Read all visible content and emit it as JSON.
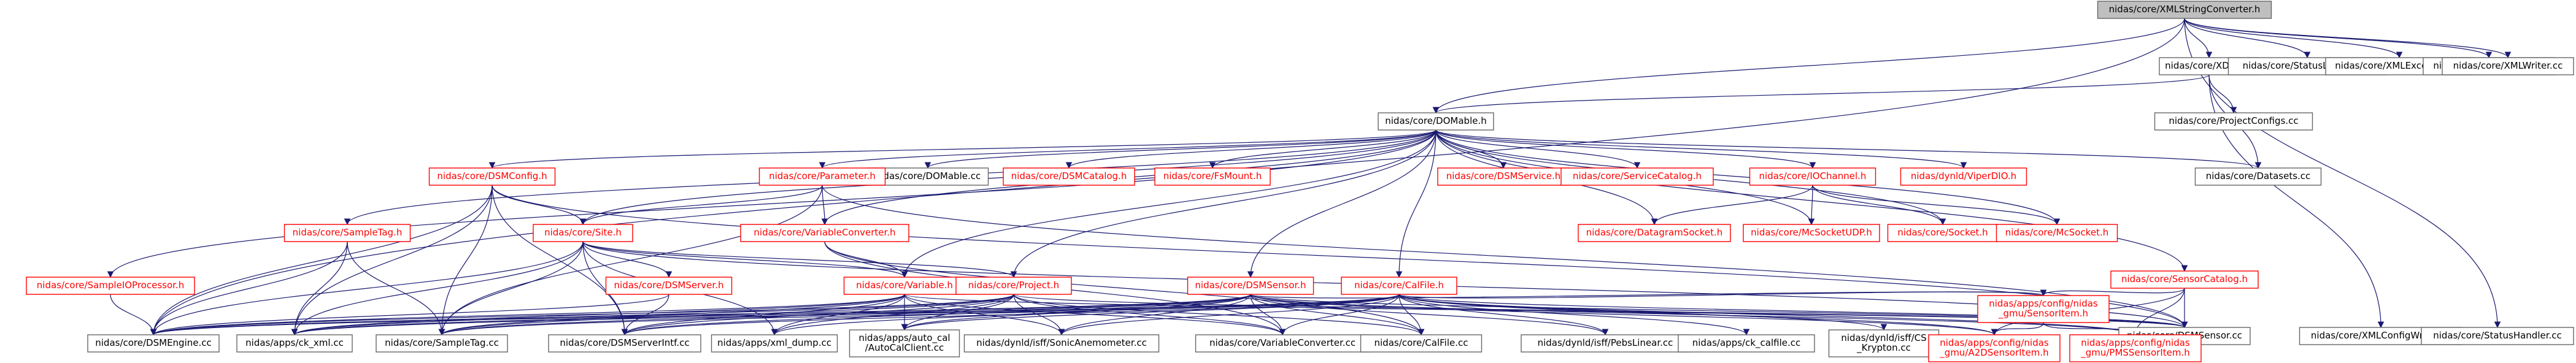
{
  "colors": {
    "edge": "#191970",
    "box_border_documented": "#666666",
    "box_border_undocumented": "#ff0000",
    "root_fill": "#bfbfbf",
    "label_documented": "#000000",
    "label_undocumented": "#ff0000"
  },
  "nodes": [
    {
      "id": "xmlstring",
      "label": "nidas/core/XMLStringConverter.h",
      "style": "root"
    },
    {
      "id": "xdom",
      "label": "nidas/core/XDOM.h",
      "style": "doc"
    },
    {
      "id": "statuslistener",
      "label": "nidas/core/StatusListener.cc",
      "style": "doc"
    },
    {
      "id": "xmlexception",
      "label": "nidas/core/XMLException.cc",
      "style": "doc"
    },
    {
      "id": "xmlparser",
      "label": "nidas/core/XMLParser.cc",
      "style": "doc"
    },
    {
      "id": "xmlwriter",
      "label": "nidas/core/XMLWriter.cc",
      "style": "doc"
    },
    {
      "id": "domable",
      "label": "nidas/core/DOMable.h",
      "style": "doc"
    },
    {
      "id": "projectconfigs",
      "label": "nidas/core/ProjectConfigs.cc",
      "style": "doc"
    },
    {
      "id": "dsmconfig",
      "label": "nidas/core/DSMConfig.h",
      "style": "red"
    },
    {
      "id": "domablecc",
      "label": "nidas/core/DOMable.cc",
      "style": "doc"
    },
    {
      "id": "dsmcatalog",
      "label": "nidas/core/DSMCatalog.h",
      "style": "red"
    },
    {
      "id": "fsmount",
      "label": "nidas/core/FsMount.h",
      "style": "red"
    },
    {
      "id": "dsmservice",
      "label": "nidas/core/DSMService.h",
      "style": "red"
    },
    {
      "id": "servicecatalog",
      "label": "nidas/core/ServiceCatalog.h",
      "style": "red"
    },
    {
      "id": "iochannel",
      "label": "nidas/core/IOChannel.h",
      "style": "red"
    },
    {
      "id": "viperdio",
      "label": "nidas/dynld/ViperDIO.h",
      "style": "red"
    },
    {
      "id": "datasets",
      "label": "nidas/core/Datasets.cc",
      "style": "doc"
    },
    {
      "id": "parameter",
      "label": "nidas/core/Parameter.h",
      "style": "red"
    },
    {
      "id": "sampletag",
      "label": "nidas/core/SampleTag.h",
      "style": "red"
    },
    {
      "id": "site",
      "label": "nidas/core/Site.h",
      "style": "red"
    },
    {
      "id": "variableconverter",
      "label": "nidas/core/VariableConverter.h",
      "style": "red"
    },
    {
      "id": "datagramsocket",
      "label": "nidas/core/DatagramSocket.h",
      "style": "red"
    },
    {
      "id": "mcsocketudp",
      "label": "nidas/core/McSocketUDP.h",
      "style": "red"
    },
    {
      "id": "sockethdr",
      "label": "nidas/core/Socket.h",
      "style": "red"
    },
    {
      "id": "mcsocket",
      "label": "nidas/core/McSocket.h",
      "style": "red"
    },
    {
      "id": "sampleioprocessor",
      "label": "nidas/core/SampleIOProcessor.h",
      "style": "red"
    },
    {
      "id": "dsmserver",
      "label": "nidas/core/DSMServer.h",
      "style": "red"
    },
    {
      "id": "variable",
      "label": "nidas/core/Variable.h",
      "style": "red"
    },
    {
      "id": "project",
      "label": "nidas/core/Project.h",
      "style": "red"
    },
    {
      "id": "dsmsensor",
      "label": "nidas/core/DSMSensor.h",
      "style": "red"
    },
    {
      "id": "calfile",
      "label": "nidas/core/CalFile.h",
      "style": "red"
    },
    {
      "id": "sensorcatalog",
      "label": "nidas/core/SensorCatalog.h",
      "style": "red"
    },
    {
      "id": "dsmengine",
      "label": "nidas/core/DSMEngine.cc",
      "style": "doc"
    },
    {
      "id": "ckxml",
      "label": "nidas/apps/ck_xml.cc",
      "style": "doc"
    },
    {
      "id": "sampletagcc",
      "label": "nidas/core/SampleTag.cc",
      "style": "doc"
    },
    {
      "id": "dsmserverintf",
      "label": "nidas/core/DSMServerIntf.cc",
      "style": "doc"
    },
    {
      "id": "xmldump",
      "label": "nidas/apps/xml_dump.cc",
      "style": "doc"
    },
    {
      "id": "autocal",
      "label": [
        "nidas/apps/auto_cal",
        "/AutoCalClient.cc"
      ],
      "style": "doc"
    },
    {
      "id": "sonicanemometer",
      "label": "nidas/dynld/isff/SonicAnemometer.cc",
      "style": "doc"
    },
    {
      "id": "variableconvertercc",
      "label": "nidas/core/VariableConverter.cc",
      "style": "doc"
    },
    {
      "id": "calfilecc",
      "label": "nidas/core/CalFile.cc",
      "style": "doc"
    },
    {
      "id": "pebslinear",
      "label": "nidas/dynld/isff/PebsLinear.cc",
      "style": "doc"
    },
    {
      "id": "ckcalfile",
      "label": "nidas/apps/ck_calfile.cc",
      "style": "doc"
    },
    {
      "id": "cs_krypton",
      "label": [
        "nidas/dynld/isff/CS",
        "_Krypton.cc"
      ],
      "style": "doc"
    },
    {
      "id": "sensoritem",
      "label": [
        "nidas/apps/config/nidas",
        "_gmu/SensorItem.h"
      ],
      "style": "red"
    },
    {
      "id": "dsmsensorcc",
      "label": "nidas/core/DSMSensor.cc",
      "style": "doc"
    },
    {
      "id": "xmlconfigwriter",
      "label": "nidas/core/XMLConfigWriter.cc",
      "style": "doc"
    },
    {
      "id": "statushandler",
      "label": "nidas/core/StatusHandler.cc",
      "style": "doc"
    },
    {
      "id": "a2dsensoritem",
      "label": [
        "nidas/apps/config/nidas",
        "_gmu/A2DSensorItem.h"
      ],
      "style": "red"
    },
    {
      "id": "pmssensoritem",
      "label": [
        "nidas/apps/config/nidas",
        "_gmu/PMSSensorItem.h"
      ],
      "style": "red"
    }
  ],
  "edges": [
    [
      "xmlstring",
      "xdom"
    ],
    [
      "xmlstring",
      "statuslistener"
    ],
    [
      "xmlstring",
      "xmlexception"
    ],
    [
      "xmlstring",
      "xmlparser"
    ],
    [
      "xmlstring",
      "xmlwriter"
    ],
    [
      "xmlstring",
      "domable"
    ],
    [
      "xmlstring",
      "dsmengine"
    ],
    [
      "xmlstring",
      "statushandler"
    ],
    [
      "xdom",
      "domable"
    ],
    [
      "xdom",
      "projectconfigs"
    ],
    [
      "xdom",
      "datasets"
    ],
    [
      "xdom",
      "xmlconfigwriter"
    ],
    [
      "domable",
      "dsmconfig"
    ],
    [
      "domable",
      "domablecc"
    ],
    [
      "domable",
      "dsmcatalog"
    ],
    [
      "domable",
      "fsmount"
    ],
    [
      "domable",
      "dsmservice"
    ],
    [
      "domable",
      "servicecatalog"
    ],
    [
      "domable",
      "iochannel"
    ],
    [
      "domable",
      "viperdio"
    ],
    [
      "domable",
      "datasets"
    ],
    [
      "domable",
      "parameter"
    ],
    [
      "domable",
      "sampletag"
    ],
    [
      "domable",
      "site"
    ],
    [
      "domable",
      "variableconverter"
    ],
    [
      "domable",
      "datagramsocket"
    ],
    [
      "domable",
      "mcsocketudp"
    ],
    [
      "domable",
      "sockethdr"
    ],
    [
      "domable",
      "mcsocket"
    ],
    [
      "domable",
      "sampleioprocessor"
    ],
    [
      "domable",
      "variable"
    ],
    [
      "domable",
      "project"
    ],
    [
      "domable",
      "dsmsensor"
    ],
    [
      "domable",
      "calfile"
    ],
    [
      "domable",
      "sensorcatalog"
    ],
    [
      "dsmconfig",
      "site"
    ],
    [
      "dsmconfig",
      "dsmengine"
    ],
    [
      "dsmconfig",
      "ckxml"
    ],
    [
      "dsmconfig",
      "sampletagcc"
    ],
    [
      "dsmconfig",
      "dsmserverintf"
    ],
    [
      "dsmconfig",
      "dsmsensorcc"
    ],
    [
      "iochannel",
      "datagramsocket"
    ],
    [
      "iochannel",
      "mcsocketudp"
    ],
    [
      "iochannel",
      "sockethdr"
    ],
    [
      "iochannel",
      "mcsocket"
    ],
    [
      "parameter",
      "site"
    ],
    [
      "parameter",
      "variableconverter"
    ],
    [
      "parameter",
      "sampletagcc"
    ],
    [
      "parameter",
      "dsmsensorcc"
    ],
    [
      "sampletag",
      "dsmengine"
    ],
    [
      "sampletag",
      "ckxml"
    ],
    [
      "sampletag",
      "sampletagcc"
    ],
    [
      "site",
      "dsmserver"
    ],
    [
      "site",
      "variable"
    ],
    [
      "site",
      "project"
    ],
    [
      "site",
      "dsmengine"
    ],
    [
      "site",
      "ckxml"
    ],
    [
      "site",
      "sampletagcc"
    ],
    [
      "site",
      "dsmserverintf"
    ],
    [
      "site",
      "xmldump"
    ],
    [
      "site",
      "dsmsensorcc"
    ],
    [
      "variableconverter",
      "variable"
    ],
    [
      "variableconverter",
      "variableconvertercc"
    ],
    [
      "variableconverter",
      "calfilecc"
    ],
    [
      "sampleioprocessor",
      "dsmengine"
    ],
    [
      "dsmserver",
      "dsmserverintf"
    ],
    [
      "dsmserver",
      "dsmengine"
    ],
    [
      "variable",
      "dsmengine"
    ],
    [
      "variable",
      "ckxml"
    ],
    [
      "variable",
      "sampletagcc"
    ],
    [
      "variable",
      "dsmserverintf"
    ],
    [
      "variable",
      "xmldump"
    ],
    [
      "variable",
      "autocal"
    ],
    [
      "variable",
      "sonicanemometer"
    ],
    [
      "variable",
      "variableconvertercc"
    ],
    [
      "variable",
      "dsmsensorcc"
    ],
    [
      "project",
      "dsmengine"
    ],
    [
      "project",
      "ckxml"
    ],
    [
      "project",
      "sampletagcc"
    ],
    [
      "project",
      "dsmserverintf"
    ],
    [
      "project",
      "xmldump"
    ],
    [
      "project",
      "autocal"
    ],
    [
      "project",
      "sonicanemometer"
    ],
    [
      "project",
      "variableconvertercc"
    ],
    [
      "project",
      "calfilecc"
    ],
    [
      "project",
      "dsmsensorcc"
    ],
    [
      "dsmsensor",
      "dsmengine"
    ],
    [
      "dsmsensor",
      "ckxml"
    ],
    [
      "dsmsensor",
      "sampletagcc"
    ],
    [
      "dsmsensor",
      "dsmserverintf"
    ],
    [
      "dsmsensor",
      "xmldump"
    ],
    [
      "dsmsensor",
      "autocal"
    ],
    [
      "dsmsensor",
      "sonicanemometer"
    ],
    [
      "dsmsensor",
      "variableconvertercc"
    ],
    [
      "dsmsensor",
      "calfilecc"
    ],
    [
      "dsmsensor",
      "pebslinear"
    ],
    [
      "dsmsensor",
      "dsmsensorcc"
    ],
    [
      "dsmsensor",
      "sensoritem"
    ],
    [
      "dsmsensor",
      "a2dsensoritem"
    ],
    [
      "dsmsensor",
      "pmssensoritem"
    ],
    [
      "calfile",
      "dsmengine"
    ],
    [
      "calfile",
      "ckxml"
    ],
    [
      "calfile",
      "sampletagcc"
    ],
    [
      "calfile",
      "dsmserverintf"
    ],
    [
      "calfile",
      "autocal"
    ],
    [
      "calfile",
      "sonicanemometer"
    ],
    [
      "calfile",
      "variableconvertercc"
    ],
    [
      "calfile",
      "calfilecc"
    ],
    [
      "calfile",
      "pebslinear"
    ],
    [
      "calfile",
      "ckcalfile"
    ],
    [
      "calfile",
      "cs_krypton"
    ],
    [
      "calfile",
      "sensoritem"
    ],
    [
      "calfile",
      "dsmsensorcc"
    ],
    [
      "calfile",
      "a2dsensoritem"
    ],
    [
      "calfile",
      "pmssensoritem"
    ],
    [
      "sensorcatalog",
      "dsmsensorcc"
    ],
    [
      "sensorcatalog",
      "sensoritem"
    ],
    [
      "sensorcatalog",
      "a2dsensoritem"
    ],
    [
      "sensorcatalog",
      "pmssensoritem"
    ],
    [
      "sensoritem",
      "a2dsensoritem"
    ],
    [
      "sensoritem",
      "pmssensoritem"
    ]
  ]
}
